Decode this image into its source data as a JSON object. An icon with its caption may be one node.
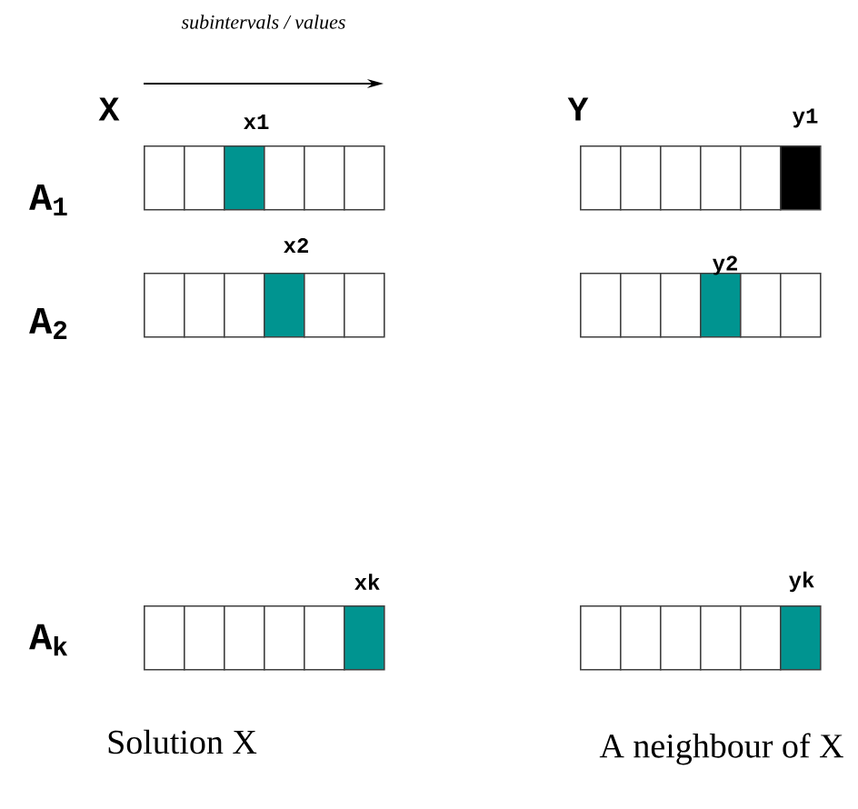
{
  "diagram": {
    "labels": [
      "subintervals / values",
      "X",
      "Y",
      "x1",
      "y1",
      "A$_{1}$",
      "x2",
      "y2",
      "A$_{2}$",
      "xk",
      "yk",
      "A$_{k}$",
      "Solution X",
      "A neighbour of X"
    ]
  }
}
